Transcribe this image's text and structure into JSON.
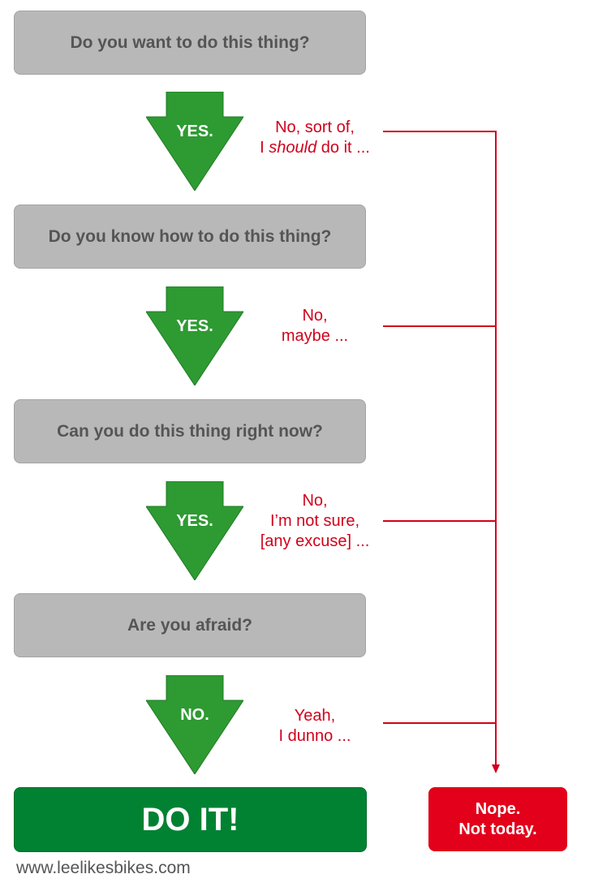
{
  "questions": [
    "Do you want to do this thing?",
    "Do you know how to do this thing?",
    "Can you do this thing right now?",
    "Are you afraid?"
  ],
  "answers": [
    "YES.",
    "YES.",
    "YES.",
    "NO."
  ],
  "excuses": [
    {
      "line1": "No, sort of,",
      "line2_pre": "I ",
      "line2_em": "should",
      "line2_post": " do it ..."
    },
    {
      "line1": "No,",
      "line2": "maybe ..."
    },
    {
      "line1": "No,",
      "line2": "I’m not sure,",
      "line3": "[any excuse] ..."
    },
    {
      "line1": "Yeah,",
      "line2": "I dunno ..."
    }
  ],
  "outcomes": {
    "do_it": "DO IT!",
    "nope_line1": "Nope.",
    "nope_line2": "Not today."
  },
  "footer": "www.leelikesbikes.com",
  "colors": {
    "question_box": "#b8b8b8",
    "question_text": "#555555",
    "arrow_green": "#2e9a32",
    "excuse_red": "#d0021b",
    "do_it_green": "#018232",
    "nope_red": "#e2001a"
  }
}
